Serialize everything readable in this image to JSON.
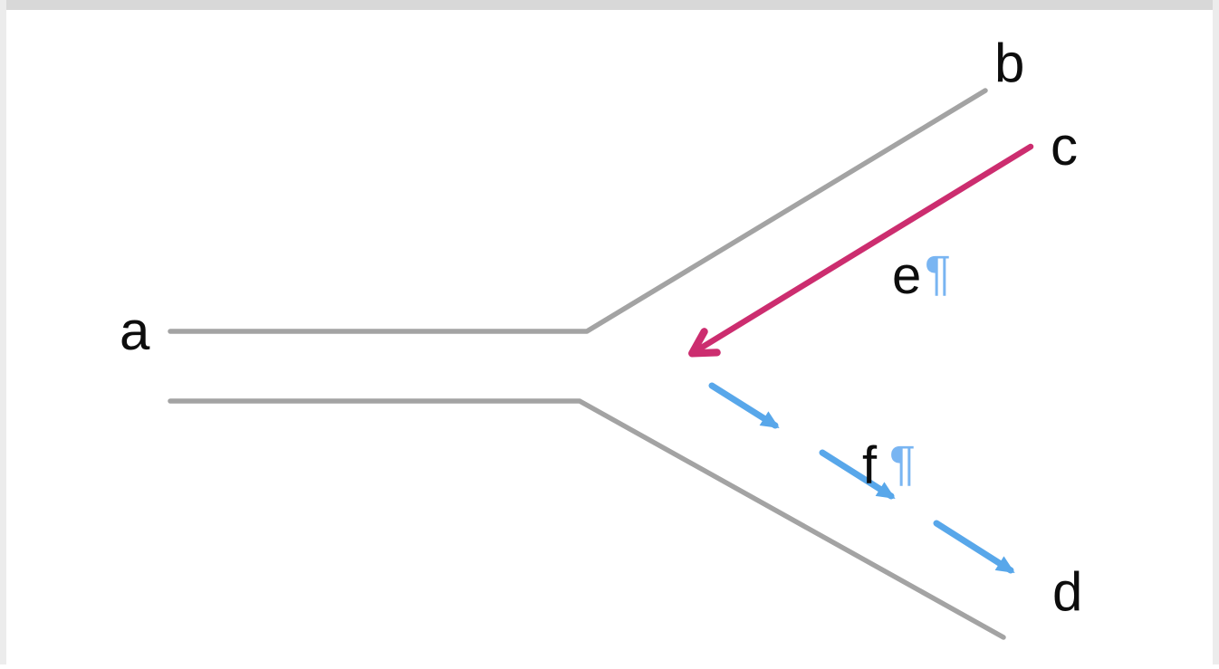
{
  "diagram": {
    "labels": {
      "a": "a",
      "b": "b",
      "c": "c",
      "d": "d",
      "e": "e",
      "f": "f",
      "pilcrow": "¶"
    },
    "colors": {
      "road_gray": "#a3a3a3",
      "arrow_pink": "#cc2d6f",
      "arrow_blue": "#58a7ea",
      "pilcrow_blue": "#79b5f2",
      "label_black": "#0d0d0d",
      "frame_gray": "#d8d8d8"
    }
  }
}
